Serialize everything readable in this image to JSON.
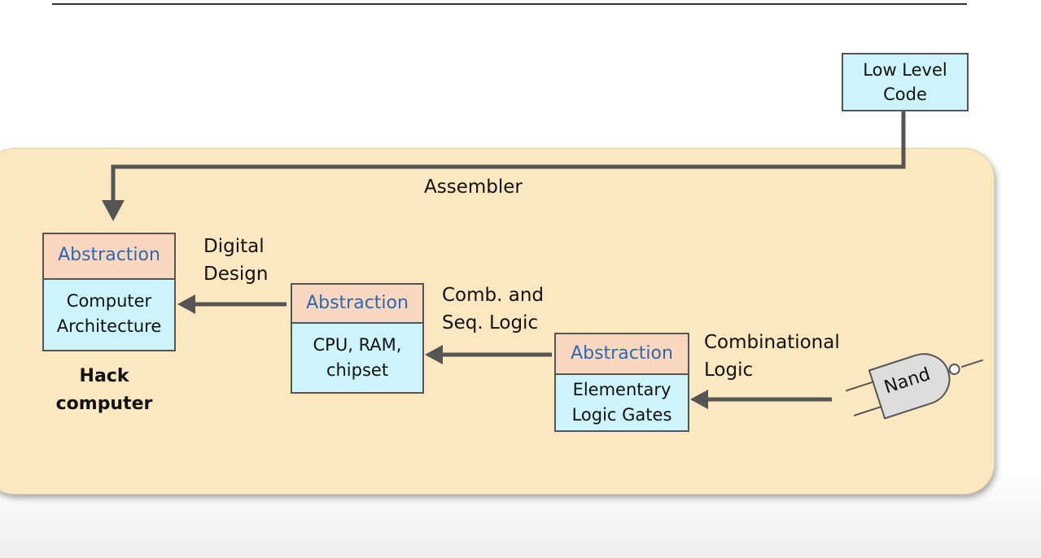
{
  "low_level_code": {
    "line1": "Low Level",
    "line2": "Code"
  },
  "assembler_label": "Assembler",
  "boxes": {
    "computer_architecture": {
      "abstraction": "Abstraction",
      "line1": "Computer",
      "line2": "Architecture"
    },
    "cpu_ram": {
      "abstraction": "Abstraction",
      "line1": "CPU, RAM,",
      "line2": "chipset"
    },
    "logic_gates": {
      "abstraction": "Abstraction",
      "line1": "Elementary",
      "line2": "Logic Gates"
    }
  },
  "edge_labels": {
    "digital_design": {
      "line1": "Digital",
      "line2": "Design"
    },
    "comb_seq": {
      "line1": "Comb. and",
      "line2": "Seq. Logic"
    },
    "combinational": {
      "line1": "Combinational",
      "line2": "Logic"
    }
  },
  "hack_computer": {
    "line1": "Hack",
    "line2": "computer"
  },
  "nand_label": "Nand",
  "colors": {
    "panel": "#fbe8c0",
    "box_fill": "#cdf4fb",
    "abstraction_fill": "#f9d8bf",
    "abstraction_text": "#2f67b4",
    "arrow": "#555555"
  }
}
